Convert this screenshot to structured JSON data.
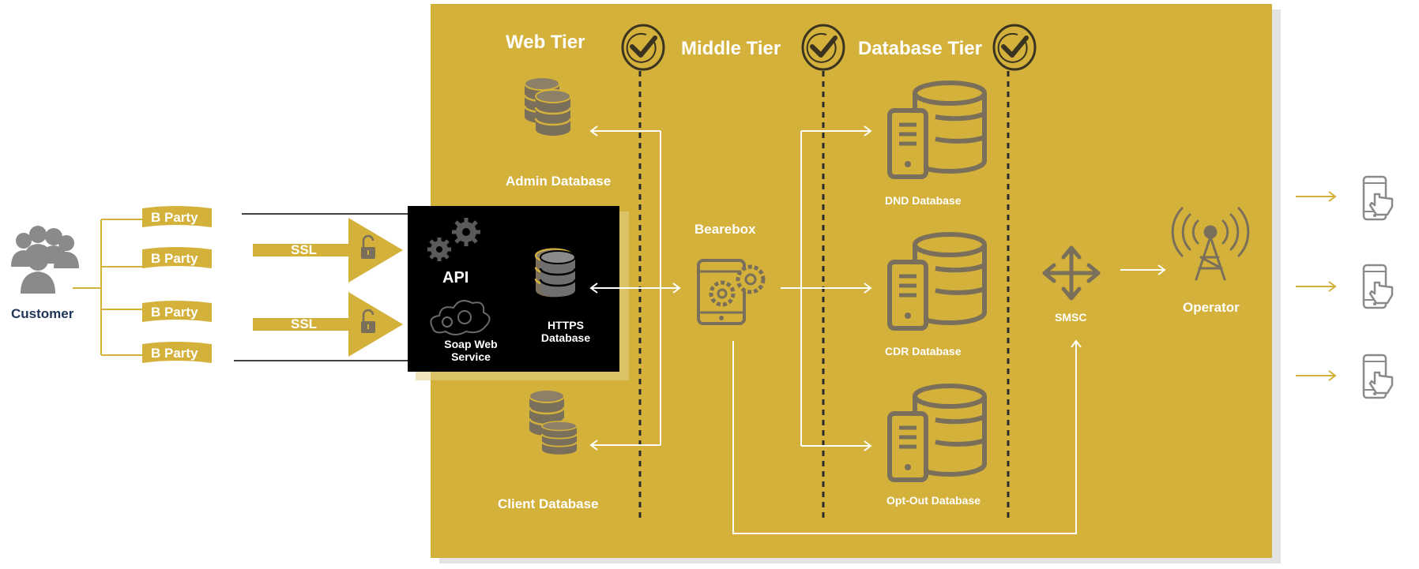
{
  "tiers": {
    "web": "Web Tier",
    "middle": "Middle Tier",
    "database": "Database Tier"
  },
  "customer": {
    "label": "Customer"
  },
  "b_party": [
    "B Party",
    "B Party",
    "B Party",
    "B Party"
  ],
  "ssl": [
    "SSL",
    "SSL"
  ],
  "black_box": {
    "api": "API",
    "soap_line1": "Soap Web",
    "soap_line2": "Service",
    "https_line1": "HTTPS",
    "https_line2": "Database"
  },
  "web_tier": {
    "admin_db": "Admin Database",
    "client_db": "Client Database"
  },
  "middle_tier": {
    "bearebox": "Bearebox"
  },
  "database_tier": {
    "dnd": "DND Database",
    "cdr": "CDR Database",
    "optout": "Opt-Out Database"
  },
  "smsc": "SMSC",
  "operator": "Operator",
  "colors": {
    "gold": "#d4b13a",
    "icon_gray": "#7a6f5a",
    "customer_navy": "#1f3557",
    "black_box": "#000000"
  },
  "icons": [
    "people-group-icon",
    "padlock-icon",
    "gears-icon",
    "cloud-icon",
    "database-icon",
    "server-database-icon",
    "mobile-gear-icon",
    "move-arrows-icon",
    "antenna-tower-icon",
    "phone-touch-icon",
    "checkmark-circle-icon"
  ]
}
